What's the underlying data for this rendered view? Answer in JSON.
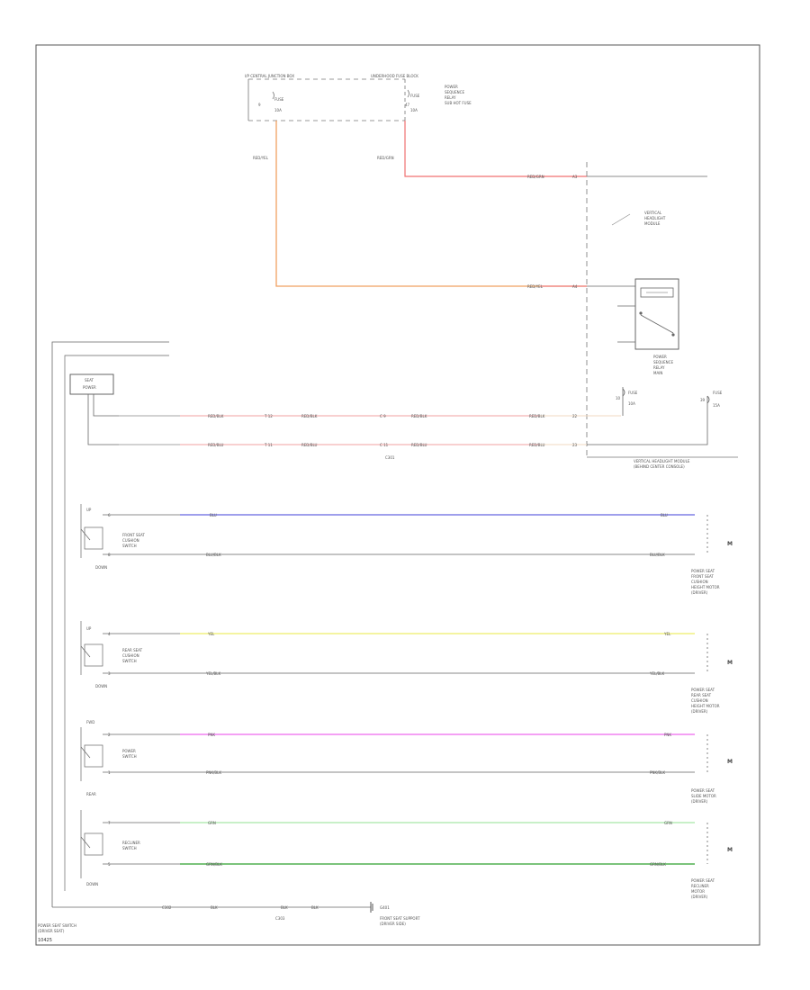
{
  "fuse_boxes": {
    "left_title": "I/P CENTRAL JUNCTION BOX",
    "left_fuse_name": "FUSE",
    "left_fuse_num": "9",
    "left_fuse_amp": "10A",
    "right_title": "UNDERHOOD FUSE BLOCK",
    "right_fuse_name": "FUSE",
    "right_fuse_num": "47",
    "right_fuse_amp": "10A",
    "right_note_1": "POWER",
    "right_note_2": "SEQUENCE",
    "right_note_3": "RELAY",
    "right_note_4": "SUB HOT FUSE"
  },
  "wires": {
    "left_feed": "RED/YEL",
    "right_feed": "RED/GRN",
    "red_to_module": "RED/GRN",
    "orange_to_module": "RED/YEL",
    "pin_a": "A3",
    "pin_b": "A4",
    "mid_pin_1": "T 12",
    "mid_pin_2": "T 11",
    "mid_pin_3": "C 9",
    "mid_pin_4": "C 11",
    "conn_r1": "22",
    "conn_r2": "23",
    "grp1_a": "RED/BLK",
    "grp1_b": "RED/BLK",
    "grp1_c": "RED/BLK",
    "grp1_d": "RED/BLK",
    "grp2_a": "RED/BLU",
    "grp2_b": "RED/BLU",
    "grp2_c": "RED/BLU",
    "grp2_d": "RED/BLU",
    "blu": "BLU",
    "blu_end": "BLU",
    "blublk": "BLU/BLK",
    "blublk_end": "BLU/BLK",
    "yel": "YEL",
    "yel_end": "YEL",
    "yelblk": "YEL/BLK",
    "yelblk_end": "YEL/BLK",
    "pnk": "PNK",
    "pnk_end": "PNK",
    "pnkblk": "PNK/BLK",
    "pnkblk_end": "PNK/BLK",
    "grn": "GRN",
    "grn_end": "GRN",
    "grnblk": "GRN/BLK",
    "grnblk_end": "GRN/BLK",
    "ground_wire": "BLK",
    "ground_wire_2": "BLK",
    "ground_wire_3": "BLK"
  },
  "module": {
    "name_1": "VERTICAL",
    "name_2": "HEADLIGHT",
    "name_3": "MODULE",
    "relay_1": "POWER",
    "relay_2": "SEQUENCE",
    "relay_3": "RELAY",
    "relay_4": "MAIN",
    "label_line_1": "VERTICAL HEADLIGHT MODULE",
    "label_line_2": "(BEHIND CENTER CONSOLE)",
    "fuse_left_1": "FUSE",
    "fuse_left_2": "10",
    "fuse_left_3": "10A",
    "fuse_right_1": "FUSE",
    "fuse_right_2": "39",
    "fuse_right_3": "15A"
  },
  "seat": {
    "seat_unit_1": "SEAT",
    "seat_unit_2": "POWER",
    "switch_1_name_1": "FRONT SEAT",
    "switch_1_name_2": "CUSHION",
    "switch_1_name_3": "SWITCH",
    "switch_2_name_1": "REAR SEAT",
    "switch_2_name_2": "CUSHION",
    "switch_2_name_3": "SWITCH",
    "switch_3_name_1": "POWER",
    "switch_3_name_2": "SWITCH",
    "switch_4_name_1": "RECLINER",
    "switch_4_name_2": "SWITCH",
    "up_1": "UP",
    "up_2": "UP",
    "down_1": "DOWN",
    "down_2": "DOWN",
    "fwd": "FWD",
    "rear": "REAR",
    "panel_label_1": "POWER SEAT SWITCH",
    "panel_label_2": "(DRIVER SEAT)",
    "connector_1": "C301",
    "connector_2": "C302",
    "connector_3": "C303",
    "ground_name": "G401",
    "ground_note_1": "FRONT SEAT SUPPORT",
    "ground_note_2": "(DRIVER SIDE)",
    "pinlbl_1": "6",
    "pinlbl_2": "8",
    "pinlbl_3": "4",
    "pinlbl_4": "3",
    "pinlbl_5": "2",
    "pinlbl_6": "1",
    "pinlbl_7": "7",
    "pinlbl_8": "5"
  },
  "motors": {
    "m1_1": "POWER SEAT",
    "m1_2": "FRONT SEAT",
    "m1_3": "CUSHION",
    "m1_4": "HEIGHT MOTOR",
    "m1_5": "(DRIVER)",
    "m2_1": "POWER SEAT",
    "m2_2": "REAR SEAT",
    "m2_3": "CUSHION",
    "m2_4": "HEIGHT MOTOR",
    "m2_5": "(DRIVER)",
    "m3_1": "POWER SEAT",
    "m3_2": "SLIDE MOTOR",
    "m3_3": "(DRIVER)",
    "m4_1": "POWER SEAT",
    "m4_2": "RECLINER",
    "m4_3": "MOTOR",
    "m4_4": "(DRIVER)",
    "m_symbol": "M"
  },
  "footer": {
    "code": "10425"
  }
}
